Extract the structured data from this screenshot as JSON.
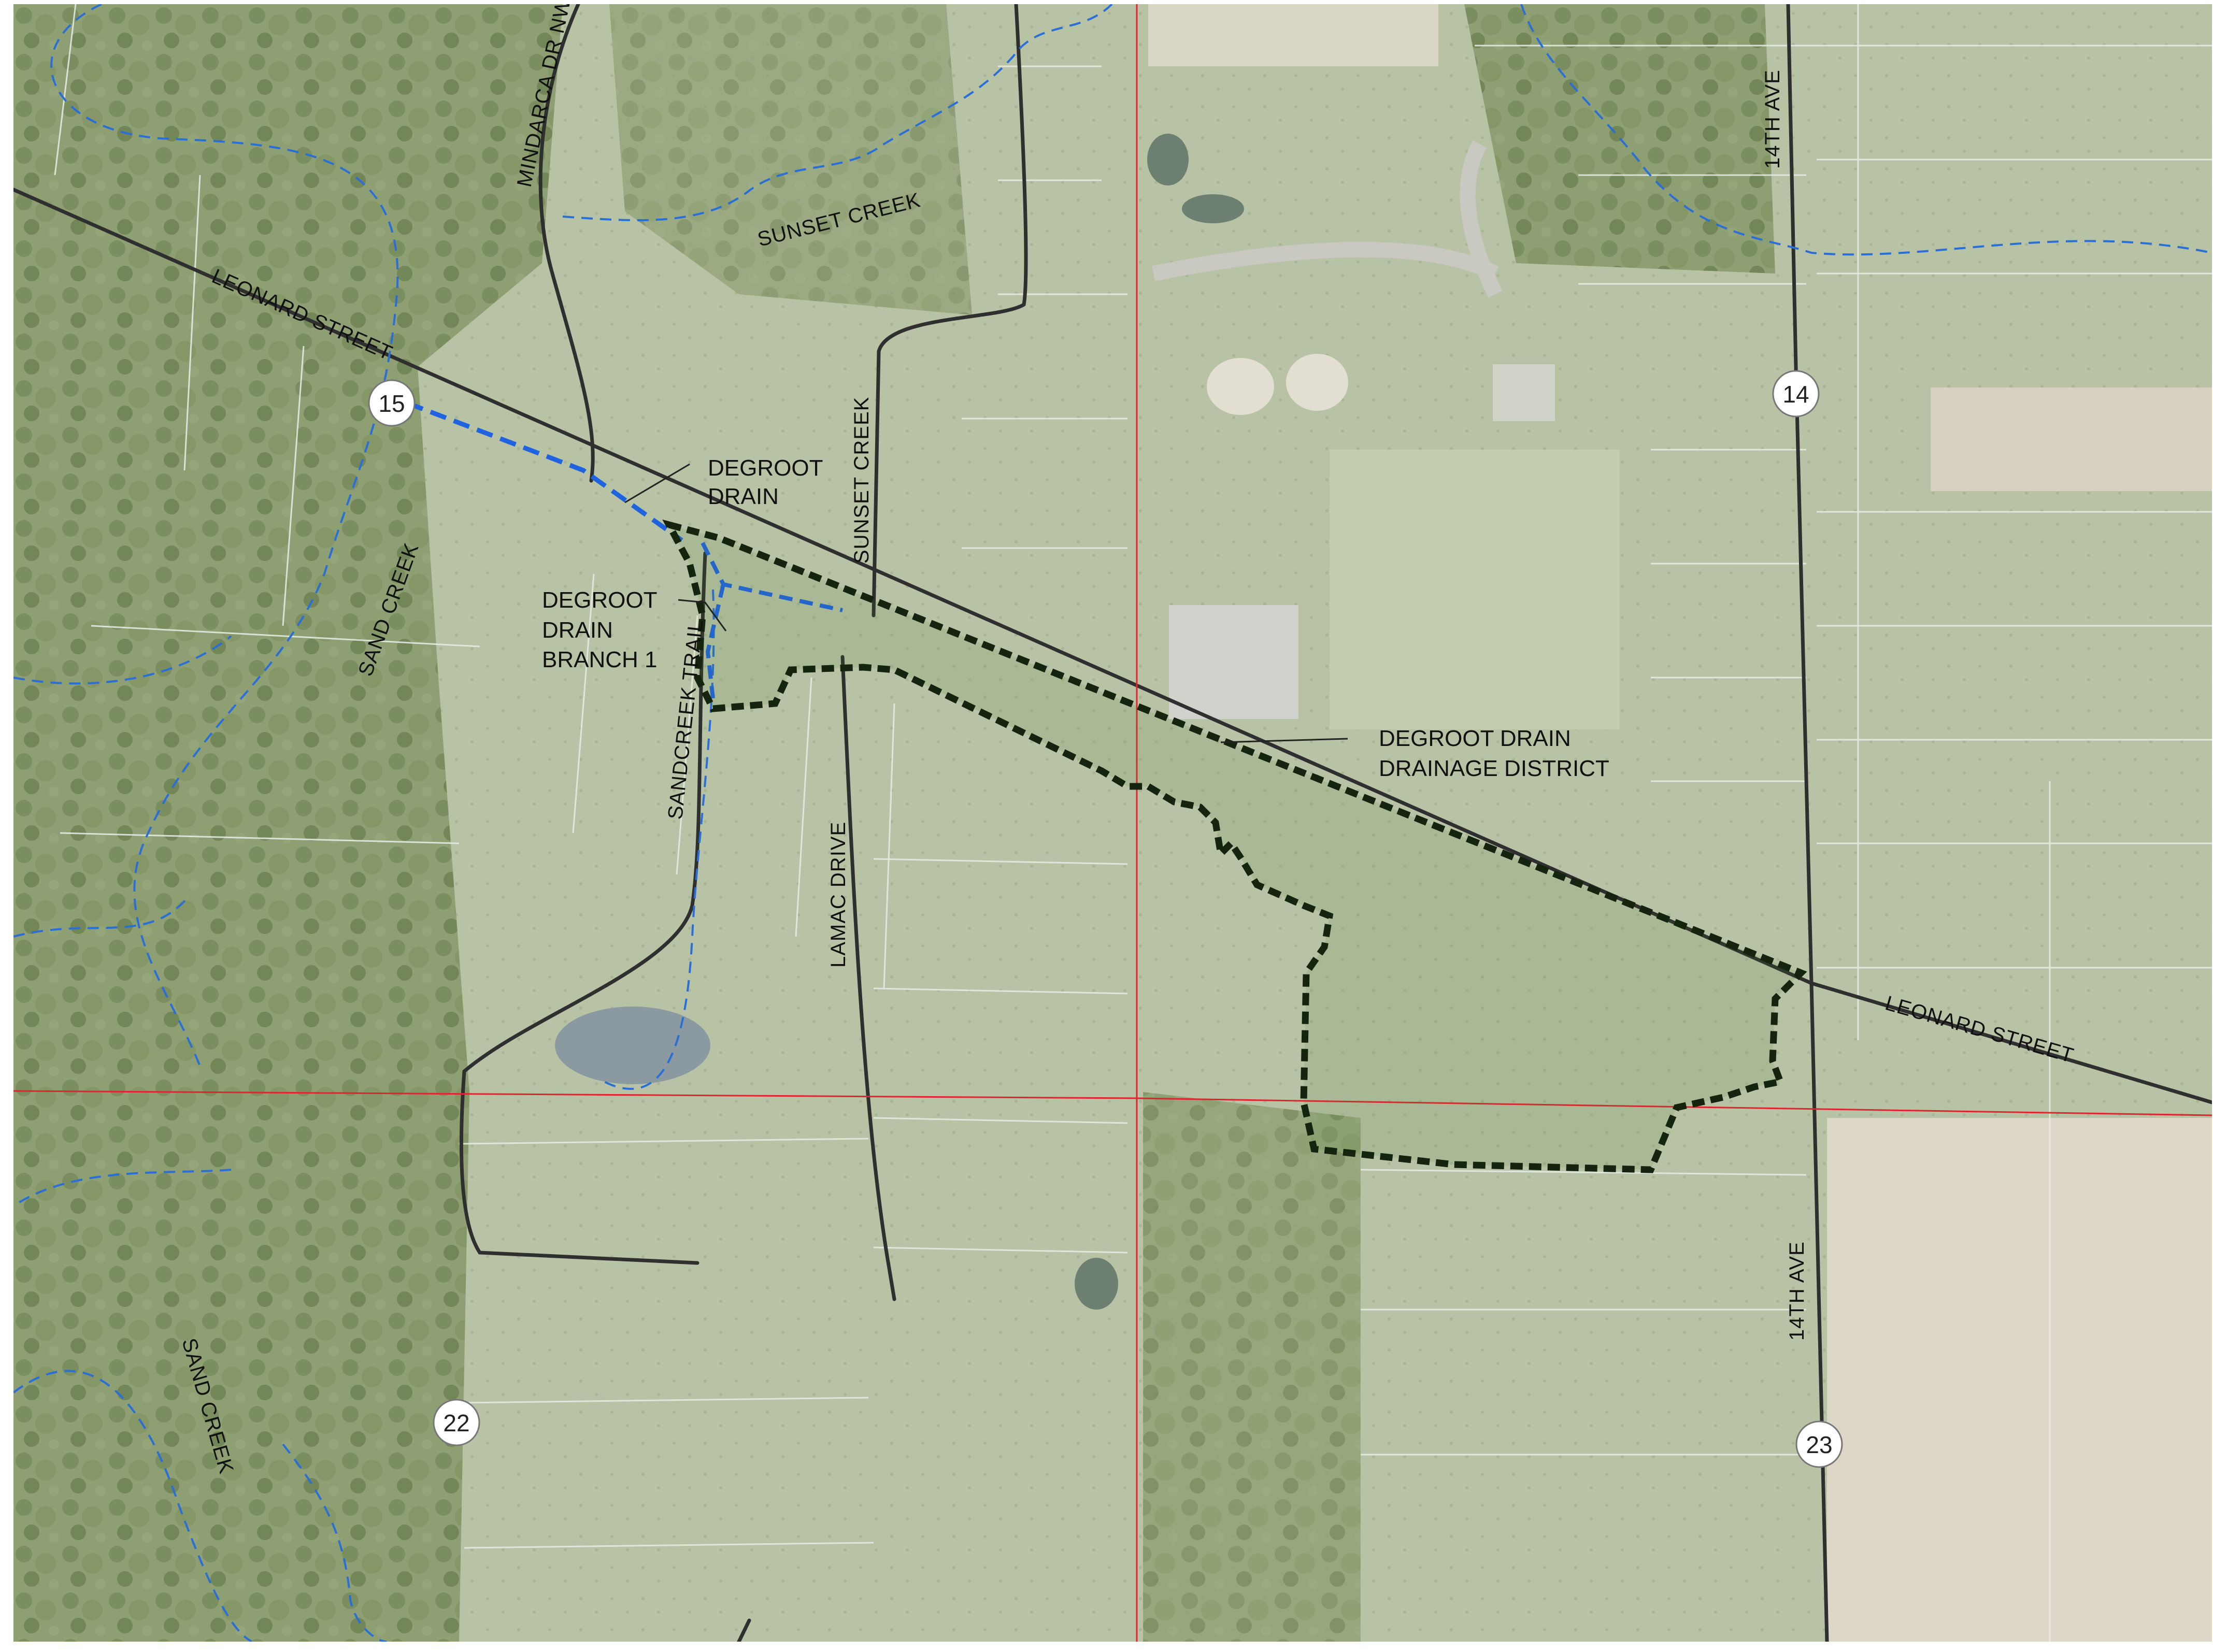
{
  "map": {
    "roads": {
      "leonard_nw": "LEONARD STREET",
      "leonard_se": "LEONARD STREET",
      "mindarca": "MINDARCA DR NW",
      "sunset_creek_dr": "SUNSET CREEK",
      "sandcreek_trail": "SANDCREEK TRAIL",
      "lamac_drive": "LAMAC DRIVE",
      "ave14_north": "14TH AVE",
      "ave14_south": "14TH AVE"
    },
    "water": {
      "sunset_creek": "SUNSET CREEK",
      "sand_creek_north": "SAND CREEK",
      "sand_creek_south": "SAND CREEK"
    },
    "callouts": {
      "degroot_drain": [
        "DEGROOT",
        "DRAIN"
      ],
      "degroot_branch": [
        "DEGROOT",
        "DRAIN",
        "BRANCH 1"
      ],
      "drainage_district": [
        "DEGROOT DRAIN",
        "DRAINAGE DISTRICT"
      ]
    },
    "section_markers": [
      "15",
      "14",
      "22",
      "23"
    ],
    "colors": {
      "aerial_base": "#a9b59a",
      "road": "#2f2f2f",
      "section_line": "#e0242f",
      "creek": "#2a6fd6",
      "drain": "#1f63e0",
      "district_boundary": "#14240f",
      "parcel_line": "#e8ece8"
    }
  }
}
